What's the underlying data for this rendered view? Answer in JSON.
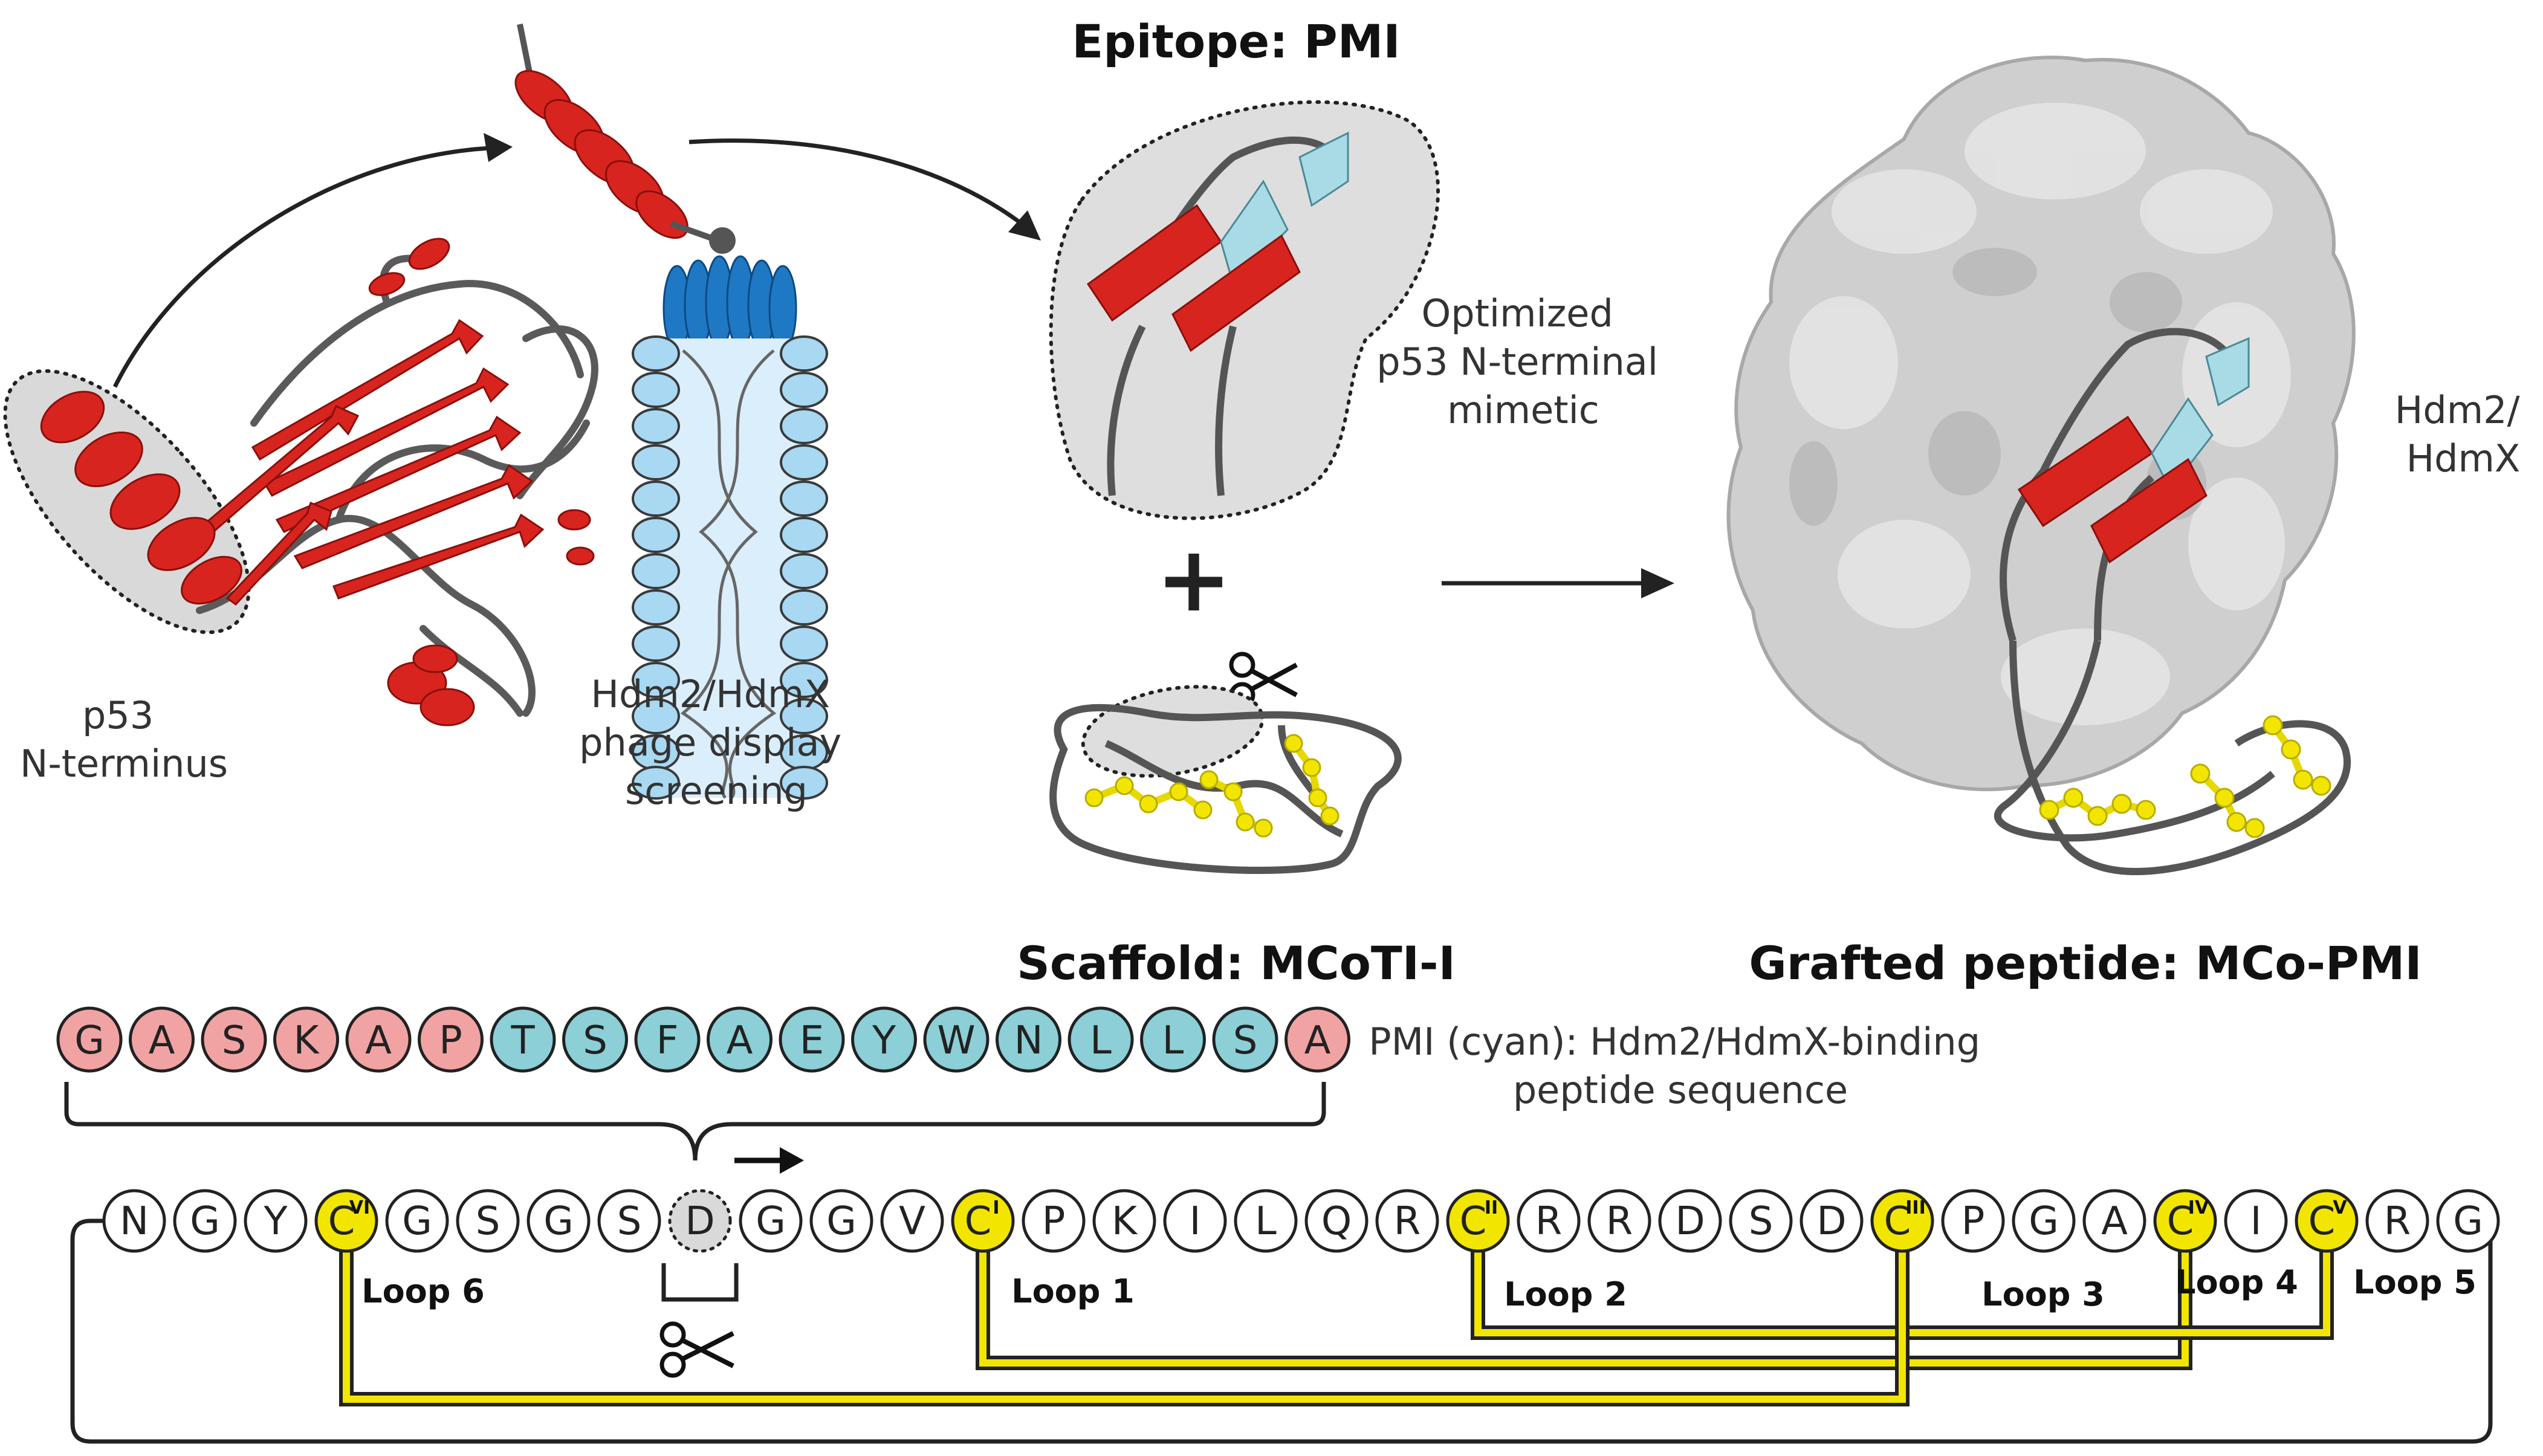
{
  "colors": {
    "helix_red": "#d8241e",
    "cyan_helix": "#a9dbe6",
    "membrane_blue": "#a8d8f2",
    "phage_blue": "#1f78c4",
    "surface_gray": "#cfcfcf",
    "disulfide_yellow": "#f2e600",
    "residue_pink": "#f1a3a3",
    "residue_cyan": "#8ccfd6",
    "backbone_gray": "#555555"
  },
  "labels": {
    "p53_n_terminus": [
      "p53",
      "N-terminus"
    ],
    "phage_display": [
      "Hdm2/HdmX",
      "phage display",
      "screening"
    ],
    "epitope_title": "Epitope: PMI",
    "optimized_mimetic": [
      "Optimized",
      "p53 N-terminal",
      "mimetic"
    ],
    "hdm2_hdmx": [
      "Hdm2/",
      "HdmX"
    ],
    "plus": "+",
    "scaffold_title": "Scaffold: MCoTI-I",
    "grafted_title": "Grafted peptide: MCo-PMI",
    "pmi_note": [
      "PMI (cyan): Hdm2/HdmX-binding",
      "peptide sequence"
    ]
  },
  "graft_sequence": [
    {
      "aa": "G",
      "kind": "pink"
    },
    {
      "aa": "A",
      "kind": "pink"
    },
    {
      "aa": "S",
      "kind": "pink"
    },
    {
      "aa": "K",
      "kind": "pink"
    },
    {
      "aa": "A",
      "kind": "pink"
    },
    {
      "aa": "P",
      "kind": "pink"
    },
    {
      "aa": "T",
      "kind": "cyan"
    },
    {
      "aa": "S",
      "kind": "cyan"
    },
    {
      "aa": "F",
      "kind": "cyan"
    },
    {
      "aa": "A",
      "kind": "cyan"
    },
    {
      "aa": "E",
      "kind": "cyan"
    },
    {
      "aa": "Y",
      "kind": "cyan"
    },
    {
      "aa": "W",
      "kind": "cyan"
    },
    {
      "aa": "N",
      "kind": "cyan"
    },
    {
      "aa": "L",
      "kind": "cyan"
    },
    {
      "aa": "L",
      "kind": "cyan"
    },
    {
      "aa": "S",
      "kind": "cyan"
    },
    {
      "aa": "A",
      "kind": "pink"
    }
  ],
  "scaffold_sequence": [
    {
      "aa": "N"
    },
    {
      "aa": "G"
    },
    {
      "aa": "Y"
    },
    {
      "aa": "C",
      "cys": "VI"
    },
    {
      "aa": "G"
    },
    {
      "aa": "S"
    },
    {
      "aa": "G"
    },
    {
      "aa": "S"
    },
    {
      "aa": "D",
      "cut": true
    },
    {
      "aa": "G"
    },
    {
      "aa": "G"
    },
    {
      "aa": "V"
    },
    {
      "aa": "C",
      "cys": "I"
    },
    {
      "aa": "P"
    },
    {
      "aa": "K"
    },
    {
      "aa": "I"
    },
    {
      "aa": "L"
    },
    {
      "aa": "Q"
    },
    {
      "aa": "R"
    },
    {
      "aa": "C",
      "cys": "II"
    },
    {
      "aa": "R"
    },
    {
      "aa": "R"
    },
    {
      "aa": "D"
    },
    {
      "aa": "S"
    },
    {
      "aa": "D"
    },
    {
      "aa": "C",
      "cys": "III"
    },
    {
      "aa": "P"
    },
    {
      "aa": "G"
    },
    {
      "aa": "A"
    },
    {
      "aa": "C",
      "cys": "IV"
    },
    {
      "aa": "I"
    },
    {
      "aa": "C",
      "cys": "V"
    },
    {
      "aa": "R"
    },
    {
      "aa": "G"
    }
  ],
  "loops": [
    "Loop 6",
    "Loop 1",
    "Loop 2",
    "Loop 3",
    "Loop 4",
    "Loop 5"
  ],
  "disulfides": [
    [
      "I",
      "IV"
    ],
    [
      "II",
      "V"
    ],
    [
      "III",
      "VI"
    ]
  ]
}
